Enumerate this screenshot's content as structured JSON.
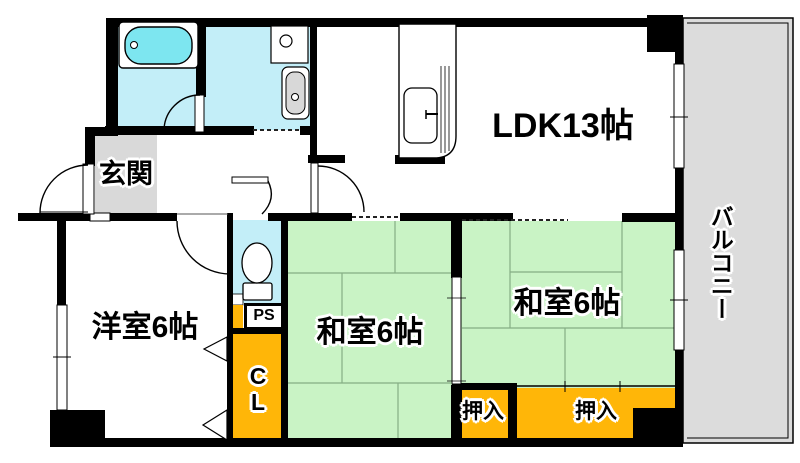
{
  "plan": {
    "type": "apartment-floor-plan",
    "rooms": {
      "ldk": "LDK13帖",
      "balcony": "バルコニー",
      "entrance": "玄関",
      "western_room": "洋室6帖",
      "japanese_room_center": "和室6帖",
      "japanese_room_right": "和室6帖",
      "oshiire_left": "押入",
      "oshiire_right": "押入",
      "pipe_space": "PS",
      "closet": "CL"
    },
    "fixtures": [
      "bathtub-icon",
      "toilet-icon",
      "washbasin-icon",
      "laundry-sink-icon",
      "kitchen-sink-icon"
    ],
    "colors": {
      "wall": "#000000",
      "wet_area_floor": "#c3eef8",
      "bathtub_fill": "#7de6f0",
      "tatami_floor": "#c9f3c5",
      "storage_fill": "#ffb608",
      "balcony_floor": "#dcdcdc",
      "entrance_floor": "#d9d9d9",
      "fixture_gray": "#d8d8d8",
      "tatami_line": "#85ad85"
    }
  }
}
